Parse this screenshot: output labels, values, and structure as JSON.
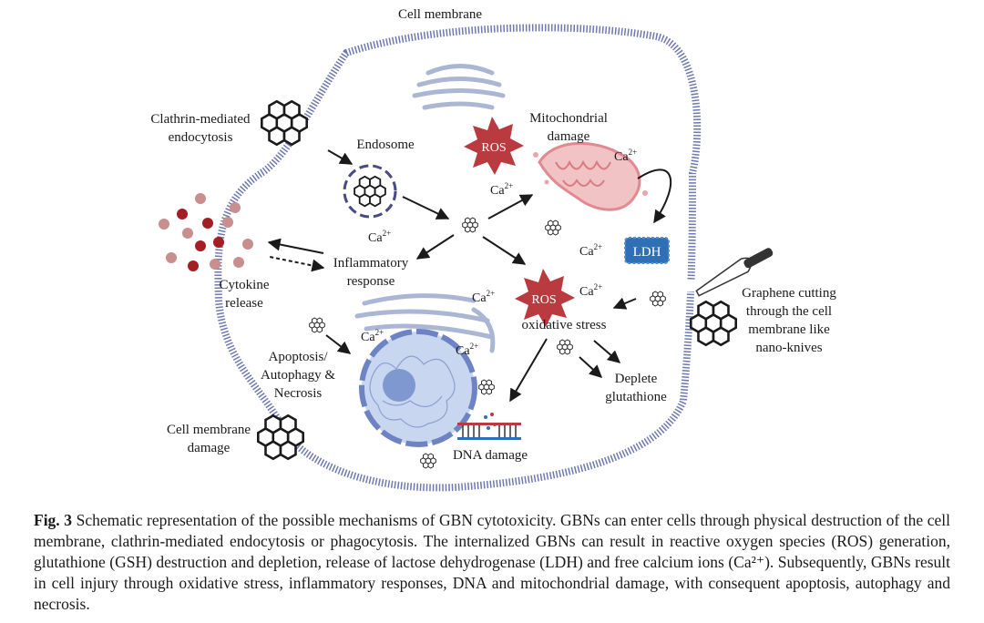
{
  "labels": {
    "cell_membrane_top": "Cell membrane",
    "clathrin": [
      "Clathrin-mediated",
      "endocytosis"
    ],
    "endosome": "Endosome",
    "mito_damage": [
      "Mitochondrial",
      "damage"
    ],
    "ros": "ROS",
    "ldh": "LDH",
    "inflammatory": [
      "Inflammatory",
      "response"
    ],
    "cytokine": [
      "Cytokine",
      "release"
    ],
    "graphene_cut": [
      "Graphene cutting",
      "through the cell",
      "membrane like",
      "nano-knives"
    ],
    "oxidative": "oxidative stress",
    "apoptosis": [
      "Apoptosis/",
      "Autophagy &",
      "Necrosis"
    ],
    "deplete": [
      "Deplete",
      "glutathione"
    ],
    "cell_membrane_damage": [
      "Cell membrane",
      "damage"
    ],
    "dna_damage": "DNA damage",
    "ca_base": "Ca",
    "ca_sup": "2+"
  },
  "caption": {
    "label": "Fig. 3",
    "text": " Schematic representation of the possible mechanisms of GBN cytotoxicity. GBNs can enter cells through physical destruction of the cell membrane, clathrin-mediated endocytosis or phagocytosis. The internalized GBNs can result in reactive oxygen species (ROS) generation, glutathione (GSH) destruction and depletion, release of lactose dehydrogenase (LDH) and free calcium ions (Ca²⁺). Subsequently, GBNs result in cell injury through oxidative stress, inflammatory responses, DNA and mitochondrial damage, with consequent apoptosis, autophagy and necrosis."
  },
  "colors": {
    "membrane": "#6e79ad",
    "ros": "#b93a3f",
    "ldh": "#2f6fb5",
    "nucleus": "#c9d6ef",
    "nucleolus": "#7f98cf",
    "mito": "#e8a5aa",
    "cytokine_light": "#c98e8e",
    "cytokine_dark": "#a51e24",
    "golgi": "#c9d3e6"
  },
  "icons": [
    "graphene-hexagon-icon",
    "knife-icon",
    "ros-burst-icon",
    "dna-icon"
  ]
}
